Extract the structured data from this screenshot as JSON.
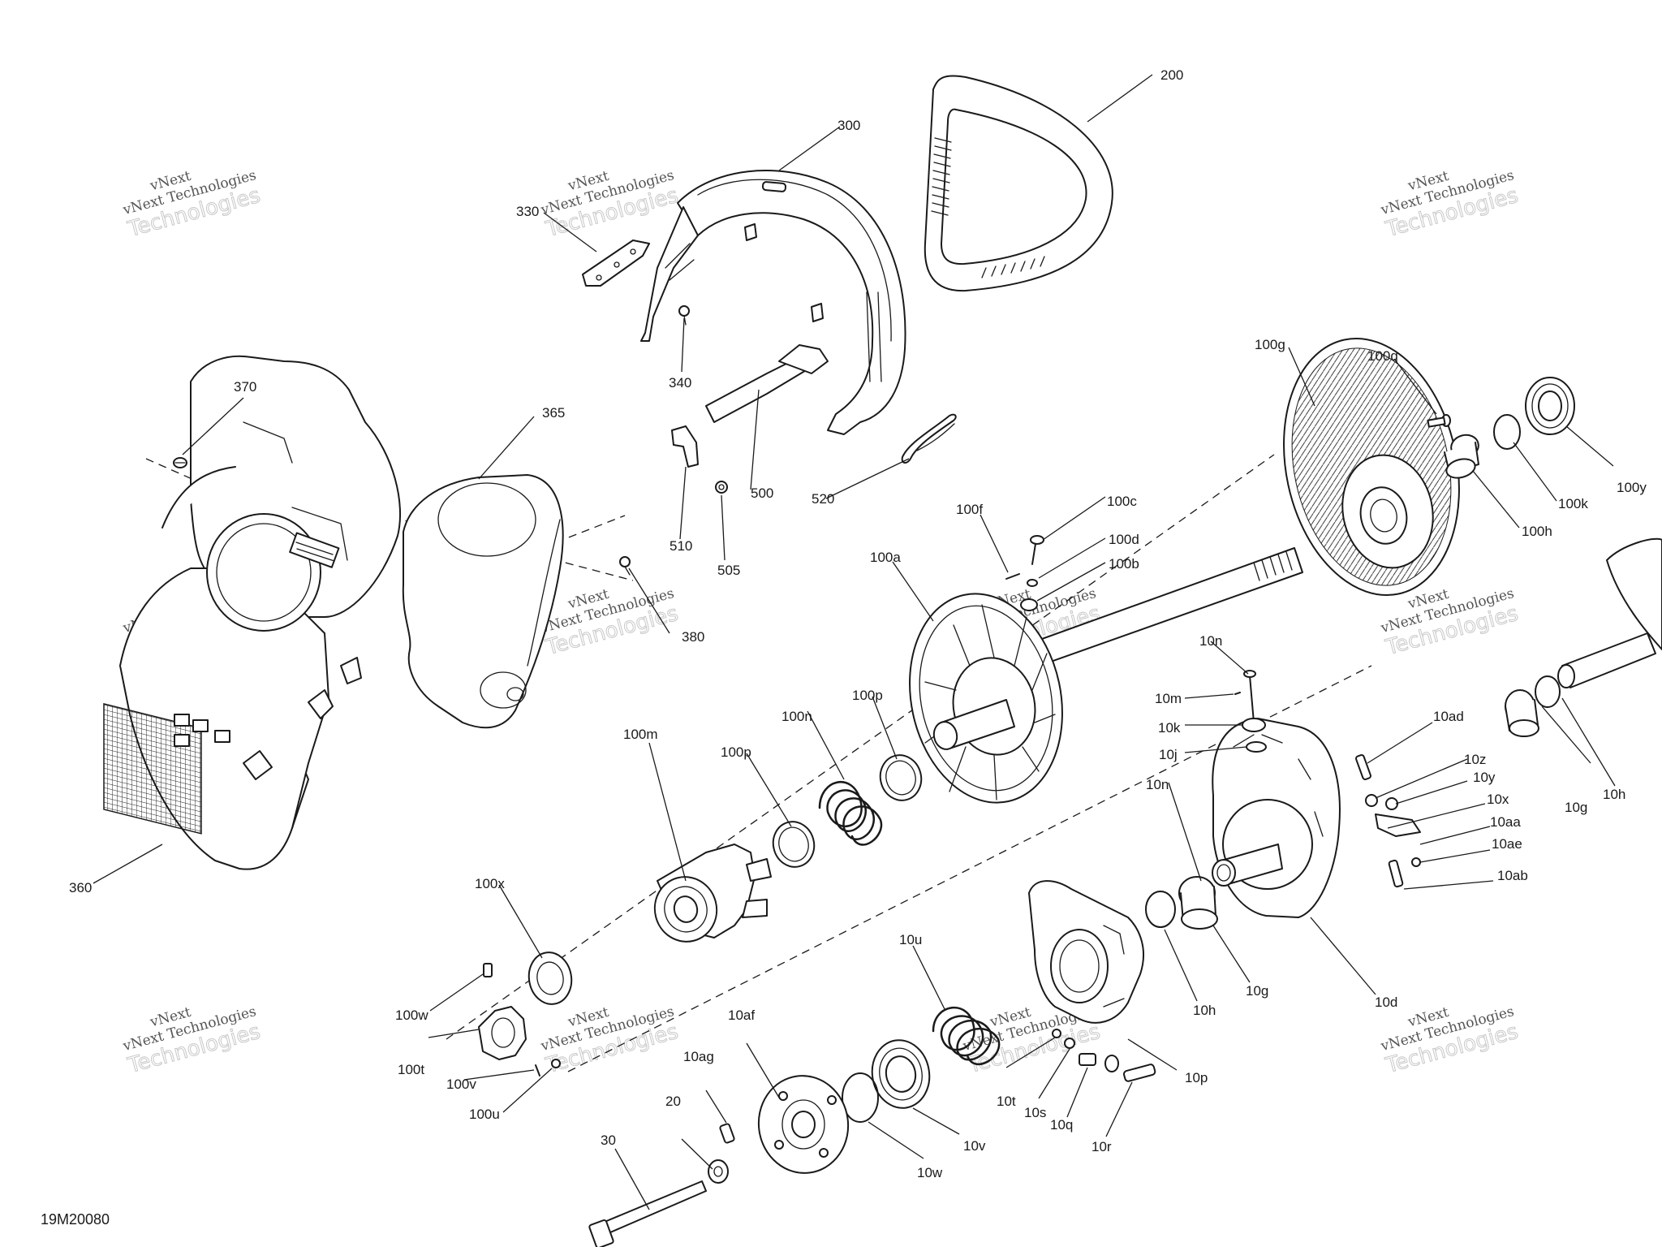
{
  "figure_id": "19M20080",
  "watermark": {
    "line_top": "vNext",
    "line_mid": "vNext Technologies",
    "line_big": "Technologies"
  },
  "callouts": {
    "c200": "200",
    "c300": "300",
    "c330": "330",
    "c340": "340",
    "c370": "370",
    "c365": "365",
    "c380": "380",
    "c360": "360",
    "c500": "500",
    "c505": "505",
    "c510": "510",
    "c520": "520",
    "c100g": "100g",
    "c100q": "100q",
    "c100y": "100y",
    "c100k": "100k",
    "c100h": "100h",
    "c100f": "100f",
    "c100c": "100c",
    "c100d": "100d",
    "c100b": "100b",
    "c100a": "100a",
    "c100p_a": "100p",
    "c100p_b": "100p",
    "c100n": "100n",
    "c100m": "100m",
    "c100x": "100x",
    "c100w": "100w",
    "c100t": "100t",
    "c100v": "100v",
    "c100u": "100u",
    "c10n_a": "10n",
    "c10m": "10m",
    "c10k": "10k",
    "c10j": "10j",
    "c10n_b": "10n",
    "c10ad": "10ad",
    "c10z": "10z",
    "c10y": "10y",
    "c10x": "10x",
    "c10aa": "10aa",
    "c10ae": "10ae",
    "c10ab": "10ab",
    "c10g_a": "10g",
    "c10h_a": "10h",
    "c10d": "10d",
    "c10g_b": "10g",
    "c10h_b": "10h",
    "c10u": "10u",
    "c10af": "10af",
    "c10ag": "10ag",
    "c10p": "10p",
    "c10t": "10t",
    "c10s": "10s",
    "c10q": "10q",
    "c10r": "10r",
    "c10v": "10v",
    "c10w": "10w",
    "c20": "20",
    "c30": "30"
  }
}
